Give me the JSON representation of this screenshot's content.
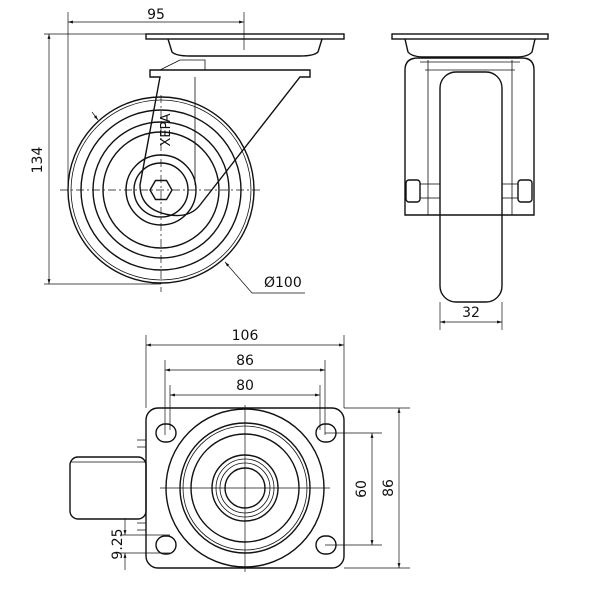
{
  "title": "Swivel castor technical drawing",
  "side_view": {
    "offset_label": "95",
    "height_label": "134",
    "diameter_label": "Ø100",
    "brand_mark": "XEPA"
  },
  "front_view": {
    "wheel_width_label": "32"
  },
  "top_view": {
    "plate_width_label": "106",
    "hole_spacing_x_label": "86",
    "hole_spacing_x_inner_label": "80",
    "hole_spacing_y_label": "60",
    "plate_length_label": "86",
    "hole_offset_label": "9.25"
  }
}
